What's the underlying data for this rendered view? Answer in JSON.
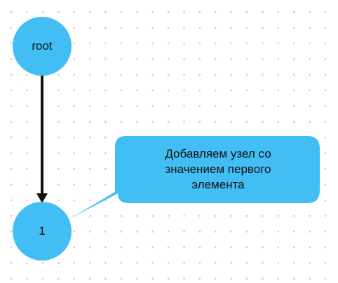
{
  "colors": {
    "node_fill": "#42BEF5",
    "callout_fill": "#42BEF5",
    "edge": "#111111"
  },
  "nodes": {
    "root": {
      "label": "root"
    },
    "first": {
      "label": "1"
    }
  },
  "edges": [
    {
      "from": "root",
      "to": "1",
      "directed": true
    }
  ],
  "callout": {
    "text": "Добавляем узел со значением первого элемента",
    "points_to": "1"
  }
}
